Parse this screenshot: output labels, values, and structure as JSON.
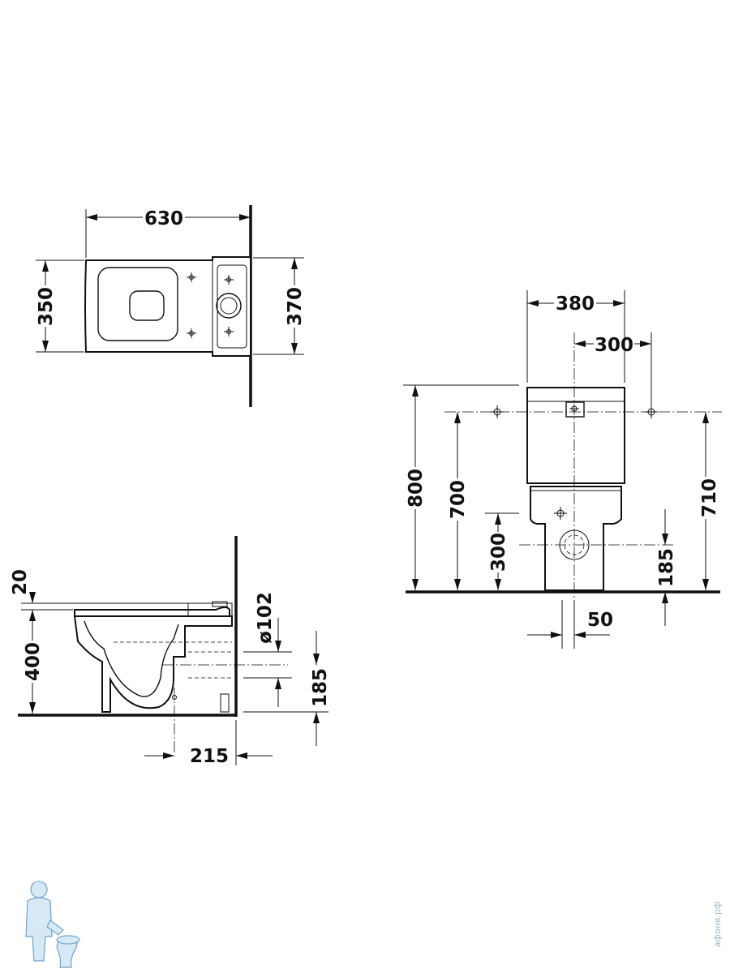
{
  "top_view": {
    "width_label": "630",
    "depth_left_label": "350",
    "depth_right_label": "370"
  },
  "side_view": {
    "seat_thickness_label": "20",
    "height_label": "400",
    "outlet_diameter_label": "ø102",
    "outlet_height_label": "185",
    "outlet_offset_label": "215"
  },
  "front_view": {
    "cistern_width_label": "380",
    "fixing_spacing_label": "300",
    "total_height_label": "800",
    "fixing_height_label": "700",
    "inlet_height_label": "300",
    "right_height_label": "710",
    "outlet_height_label": "185",
    "outlet_offset_label": "50"
  },
  "watermark": {
    "text": "афоня.рф",
    "logo_icon": "plumber-mascot-icon",
    "color": "#9db6c8"
  }
}
